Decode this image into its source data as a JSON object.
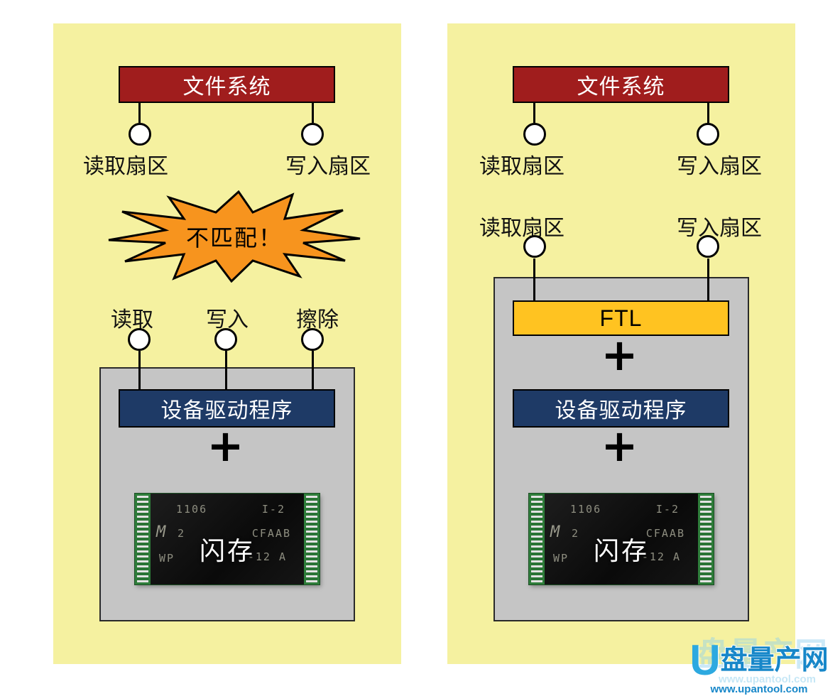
{
  "left": {
    "file_system": "文件系统",
    "read_sector": "读取扇区",
    "write_sector": "写入扇区",
    "mismatch": "不匹配！",
    "read": "读取",
    "write": "写入",
    "erase": "擦除",
    "device_driver": "设备驱动程序",
    "plus": "+",
    "flash": "闪存"
  },
  "right": {
    "file_system": "文件系统",
    "fs_read_sector": "读取扇区",
    "fs_write_sector": "写入扇区",
    "ftl_read_sector": "读取扇区",
    "ftl_write_sector": "写入扇区",
    "ftl": "FTL",
    "plus_top": "+",
    "device_driver": "设备驱动程序",
    "plus_bottom": "+",
    "flash": "闪存"
  },
  "chip_markings": {
    "line1_left": "1106",
    "line1_right": "I-2",
    "logo": "M",
    "line2_left": "2",
    "line2_right": "CFAAB",
    "line3_left": "WP",
    "line3_right": "-12 A"
  },
  "watermark": {
    "brand_u": "U",
    "brand_text": "盘量产网",
    "url": "www.upantool.com"
  },
  "colors": {
    "panel_bg": "#F5F1A0",
    "file_system_bg": "#A01D1D",
    "device_driver_bg": "#1E3A66",
    "ftl_bg": "#FFC321",
    "mismatch_bg": "#F7941E",
    "gray_box": "#C5C5C5",
    "watermark_blue": "#1787C9"
  }
}
